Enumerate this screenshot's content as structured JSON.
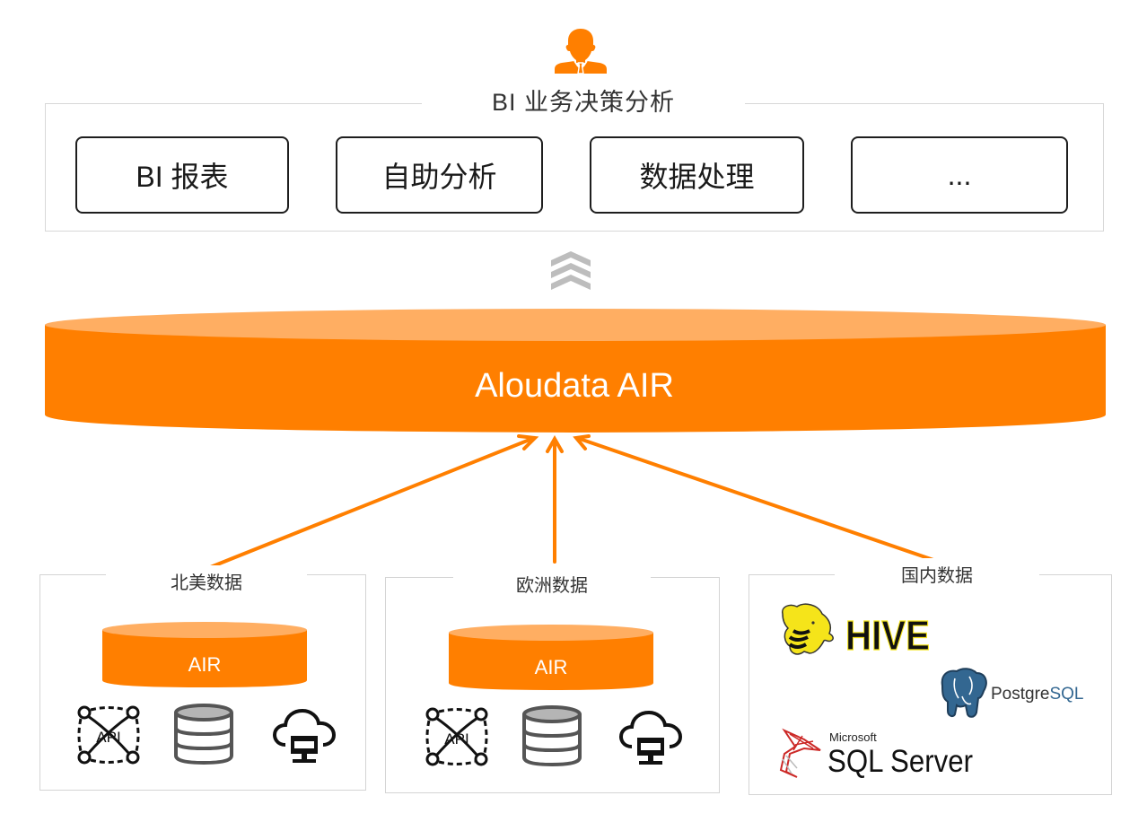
{
  "diagram": {
    "top_section": {
      "user_icon": "business-person-icon",
      "title": "BI 业务决策分析",
      "modules": [
        {
          "label": "BI 报表"
        },
        {
          "label": "自助分析"
        },
        {
          "label": "数据处理"
        },
        {
          "label": "..."
        }
      ]
    },
    "flow_icon": "triple-chevron-up-icon",
    "core": {
      "label": "Aloudata AIR"
    },
    "regions": [
      {
        "title": "北美数据",
        "cylinder_label": "AIR",
        "sources": [
          "api-icon",
          "database-icon",
          "cloud-computer-icon"
        ],
        "api_text": "API"
      },
      {
        "title": "欧洲数据",
        "cylinder_label": "AIR",
        "sources": [
          "api-icon",
          "database-icon",
          "cloud-computer-icon"
        ],
        "api_text": "API"
      },
      {
        "title": "国内数据",
        "logos": {
          "hive": "HIVE",
          "postgres_prefix": "Postgre",
          "postgres_suffix": "SQL",
          "mssql_brand": "Microsoft",
          "mssql_product": "SQL Server"
        }
      }
    ],
    "colors": {
      "accent": "#FF7F00",
      "cylinder_top": "#FFAE62",
      "frame_border": "#D8D8D8",
      "module_border": "#1E1E1E",
      "chevron": "#BDBDBD",
      "hive_yellow": "#F5E41A",
      "postgres_blue": "#336791",
      "sqlserver_red": "#CC2927"
    }
  }
}
